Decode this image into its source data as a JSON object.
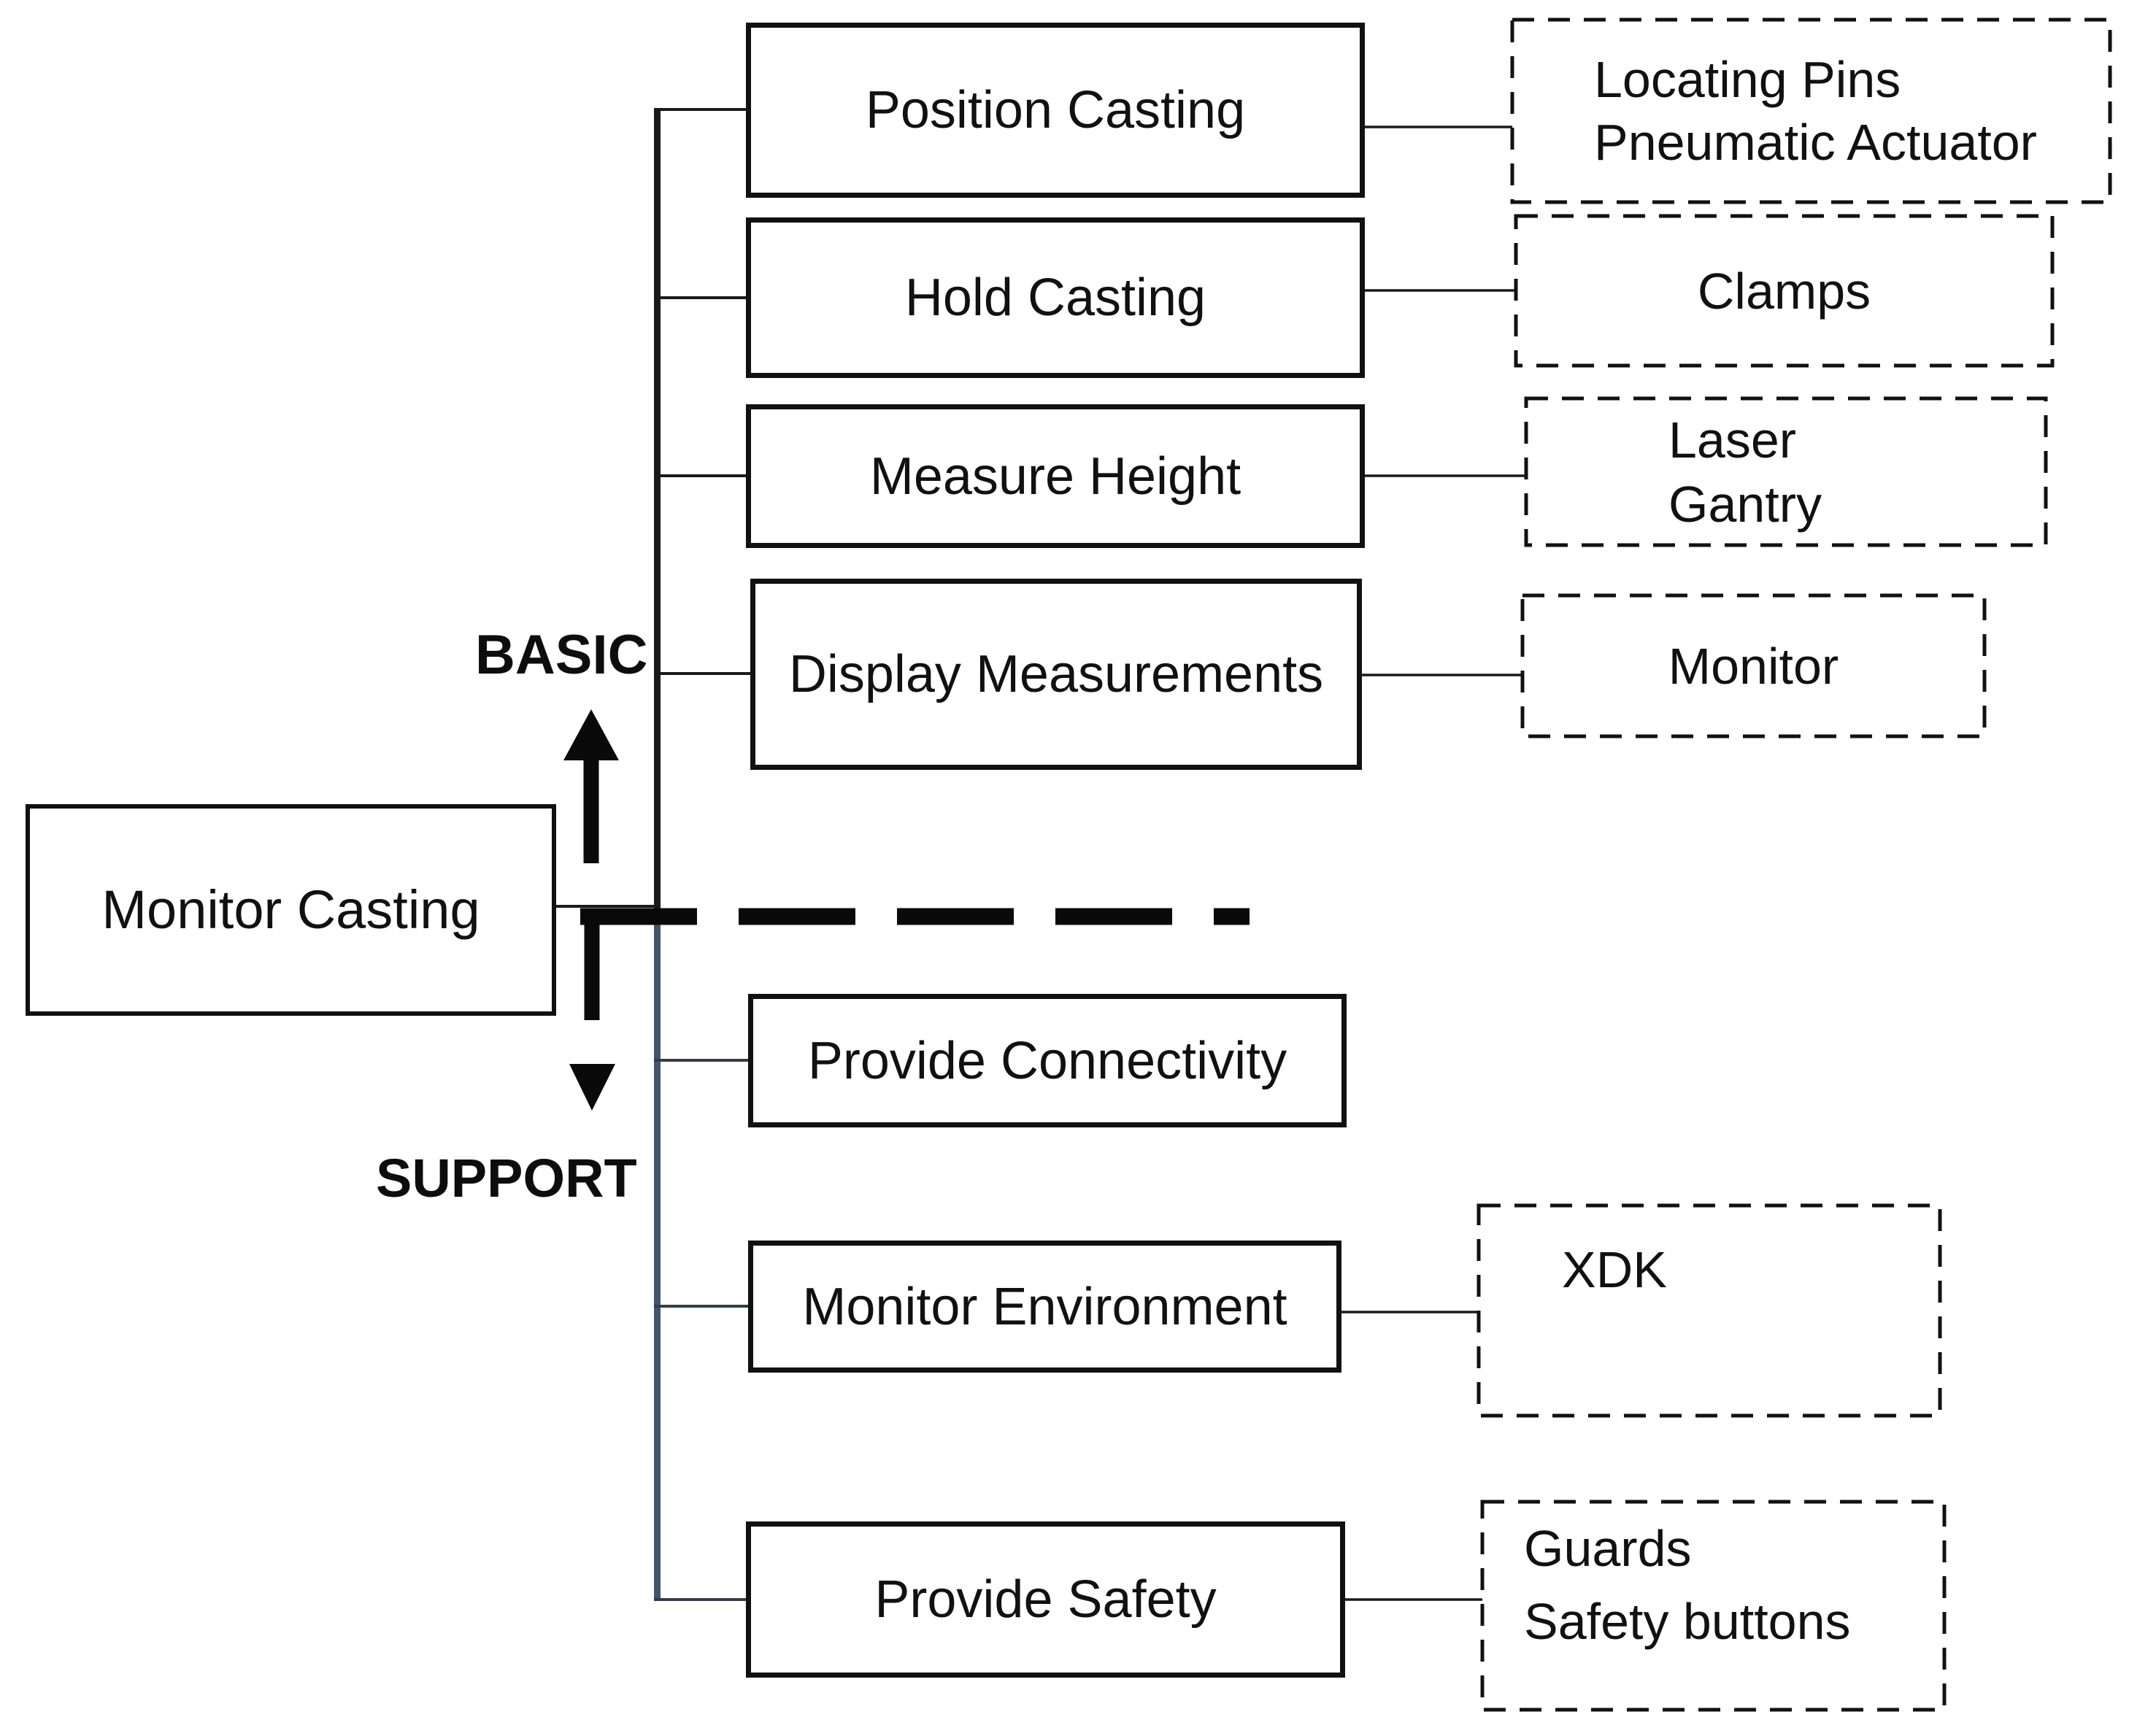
{
  "diagram": {
    "title_implicit": "Function tree for Monitor Casting",
    "root": {
      "label": "Monitor Casting"
    },
    "axis": {
      "basic_label": "BASIC",
      "support_label": "SUPPORT"
    },
    "basic_functions": [
      {
        "label": "Position Casting",
        "means": [
          "Locating Pins",
          "Pneumatic Actuator"
        ]
      },
      {
        "label": "Hold Casting",
        "means": [
          "Clamps"
        ]
      },
      {
        "label": "Measure Height",
        "means": [
          "Laser",
          "Gantry"
        ]
      },
      {
        "label": "Display Measurements",
        "means": [
          "Monitor"
        ]
      }
    ],
    "support_functions": [
      {
        "label": "Provide Connectivity",
        "means": []
      },
      {
        "label": "Monitor Environment",
        "means": [
          "XDK"
        ]
      },
      {
        "label": "Provide Safety",
        "means": [
          "Guards",
          "Safety buttons"
        ]
      }
    ],
    "colors": {
      "line": "#1a1a1a",
      "support_trunk": "#44546A",
      "background": "#ffffff",
      "text": "#111111"
    }
  }
}
